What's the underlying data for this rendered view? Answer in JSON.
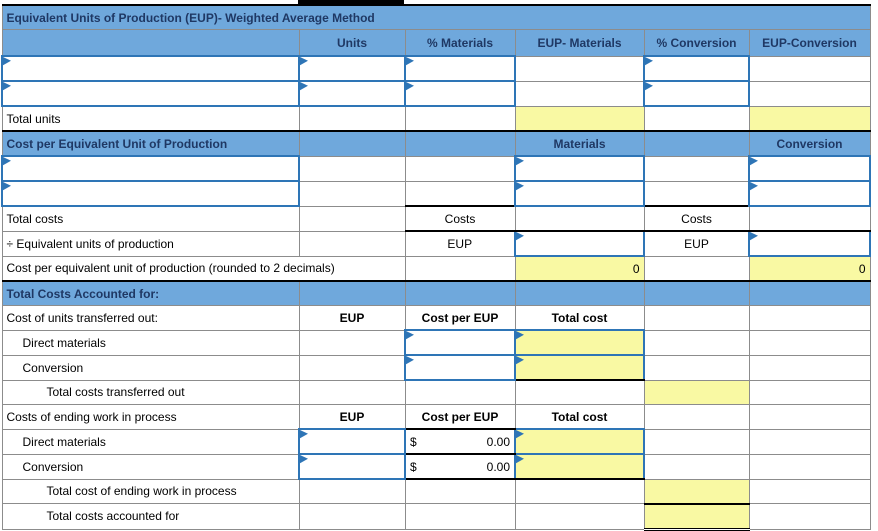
{
  "header": {
    "title": "Equivalent Units of Production (EUP)- Weighted Average Method",
    "columns": [
      "Units",
      "% Materials",
      "EUP- Materials",
      "% Conversion",
      "EUP-Conversion"
    ]
  },
  "eup_section": {
    "total_units": "Total units"
  },
  "cost_per_section": {
    "title": "Cost per Equivalent Unit of Production",
    "materials_header": "Materials",
    "conversion_header": "Conversion",
    "total_costs": "Total costs",
    "costs_label": "Costs",
    "eup_label": "EUP",
    "equivalent_units": "÷ Equivalent units of production",
    "cost_per_row": "Cost per equivalent unit of production (rounded to 2 decimals)",
    "materials_value": "0",
    "conversion_value": "0"
  },
  "accounted_section": {
    "title": "Total Costs Accounted for:",
    "transferred": {
      "label": "Cost of units transferred out:",
      "eup": "EUP",
      "cost_per_eup": "Cost per EUP",
      "total_cost": "Total cost",
      "direct_materials": "Direct materials",
      "conversion": "Conversion",
      "total_label": "Total costs transferred out"
    },
    "ending": {
      "label": "Costs of ending work in process",
      "eup": "EUP",
      "cost_per_eup": "Cost per EUP",
      "total_cost": "Total cost",
      "direct_materials": "Direct materials",
      "conversion": "Conversion",
      "currency": "$",
      "dm_cost_per_eup_value": "0.00",
      "conv_cost_per_eup_value": "0.00",
      "total_label": "Total cost of ending work in process",
      "accounted_label": "Total costs accounted for"
    }
  },
  "colors": {
    "header_blue": "#6FA8DC",
    "header_text_navy": "#1F3864",
    "input_border_blue": "#2E75B6",
    "computed_yellow": "#F9F9A3",
    "grid_gray": "#8C8C8C"
  }
}
